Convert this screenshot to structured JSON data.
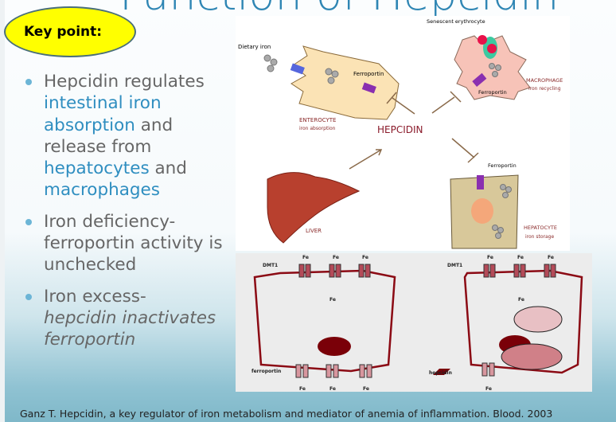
{
  "title": "Function of Hepcidin",
  "key_point": "Key point:",
  "bullets": [
    {
      "parts": [
        "Hepcidin regulates ",
        "intestinal iron absorption",
        " and release from ",
        "hepatocytes",
        " and ",
        "macrophages"
      ]
    },
    {
      "text": "Iron deficiency- ferroportin activity is unchecked"
    },
    {
      "text": "Iron excess-",
      "italic": "hepcidin inactivates ferroportin"
    }
  ],
  "figure_top": {
    "dietary_iron": "Dietary iron",
    "ferroportin": "Ferroportin",
    "enterocyte": "ENTEROCYTE",
    "enterocyte_sub": "iron absorption",
    "hepcidin": "HEPCIDIN",
    "senescent": "Senescent erythrocyte",
    "macrophage": "MACROPHAGE",
    "macrophage_sub": "iron recycling",
    "liver": "LIVER",
    "hepatocyte": "HEPATOCYTE",
    "hepatocyte_sub": "iron storage"
  },
  "figure_bottom": {
    "dmt1": "DMT1",
    "fe": "Fe",
    "ferroportin": "ferroportin",
    "hepcidin": "hepcidin"
  },
  "citation": "Ganz T. Hepcidin, a key regulator of iron metabolism and mediator of anemia of inflammation. Blood. 2003"
}
